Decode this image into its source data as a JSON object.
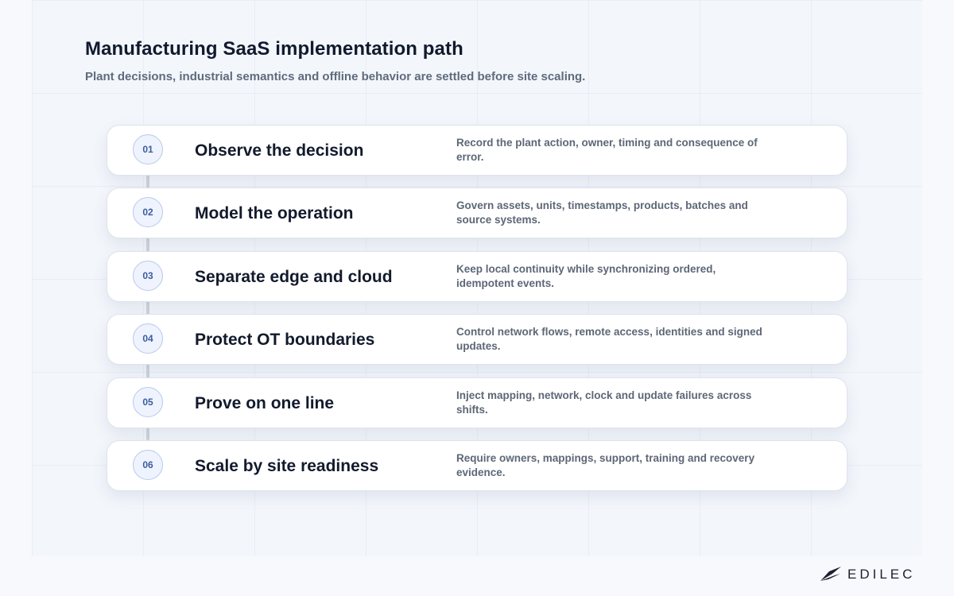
{
  "header": {
    "title": "Manufacturing SaaS implementation path",
    "subtitle": "Plant decisions, industrial semantics and offline behavior are settled before site scaling."
  },
  "steps": [
    {
      "number": "01",
      "title": "Observe the decision",
      "description": "Record the plant action, owner, timing and consequence of error."
    },
    {
      "number": "02",
      "title": "Model the operation",
      "description": "Govern assets, units, timestamps, products, batches and source systems."
    },
    {
      "number": "03",
      "title": "Separate edge and cloud",
      "description": "Keep local continuity while synchronizing ordered, idempotent events."
    },
    {
      "number": "04",
      "title": "Protect OT boundaries",
      "description": "Control network flows, remote access, identities and signed updates."
    },
    {
      "number": "05",
      "title": "Prove on one line",
      "description": "Inject mapping, network, clock and update failures across shifts."
    },
    {
      "number": "06",
      "title": "Scale by site readiness",
      "description": "Require owners, mappings, support, training and recovery evidence."
    }
  ],
  "brand": {
    "name": "EDILEC",
    "logo_icon": "edilec-wing-logo-icon"
  }
}
